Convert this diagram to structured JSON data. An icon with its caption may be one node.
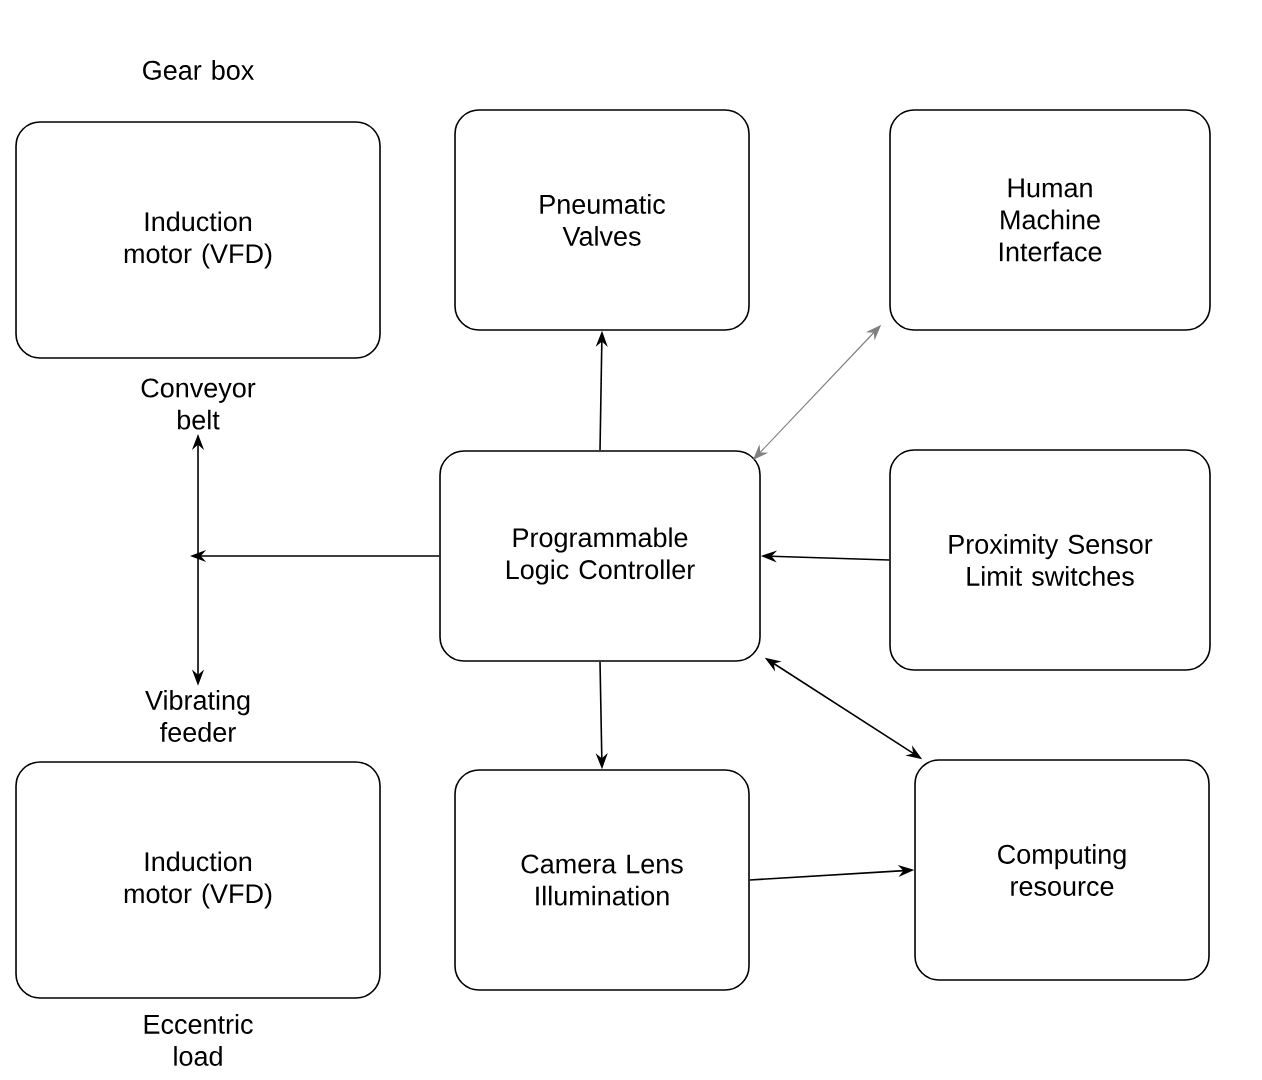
{
  "diagram": {
    "nodes": [
      {
        "text": [
          "Induction motor (VFD)"
        ],
        "beside": [
          "Gear box",
          "Conveyor belt"
        ]
      },
      {
        "text": [
          "Induction motor (VFD)"
        ],
        "beside": [
          "Vibrating feeder",
          "Eccentric load"
        ]
      },
      {
        "text": [
          "Pneumatic Valves"
        ]
      },
      {
        "text": [
          "Human Machine Interface"
        ]
      },
      {
        "text": [
          "Programmable Logic Controller"
        ]
      },
      {
        "text": [
          "Proximity Sensor Limit switches"
        ]
      },
      {
        "text": [
          "Camera Lens Illumination"
        ]
      },
      {
        "text": [
          "Computing resource"
        ]
      }
    ],
    "edges": [
      {
        "from": 0,
        "to": 1,
        "arrow": "both"
      },
      {
        "from": 4,
        "to": null,
        "arrow": "to"
      },
      {
        "from": 4,
        "to": 2,
        "arrow": "to"
      },
      {
        "from": 4,
        "to": 3,
        "arrow": "both",
        "color": "#808080"
      },
      {
        "from": 5,
        "to": 4,
        "arrow": "to"
      },
      {
        "from": 4,
        "to": 6,
        "arrow": "to"
      },
      {
        "from": 4,
        "to": 7,
        "arrow": "both"
      },
      {
        "from": 6,
        "to": 7,
        "arrow": "to"
      }
    ]
  }
}
